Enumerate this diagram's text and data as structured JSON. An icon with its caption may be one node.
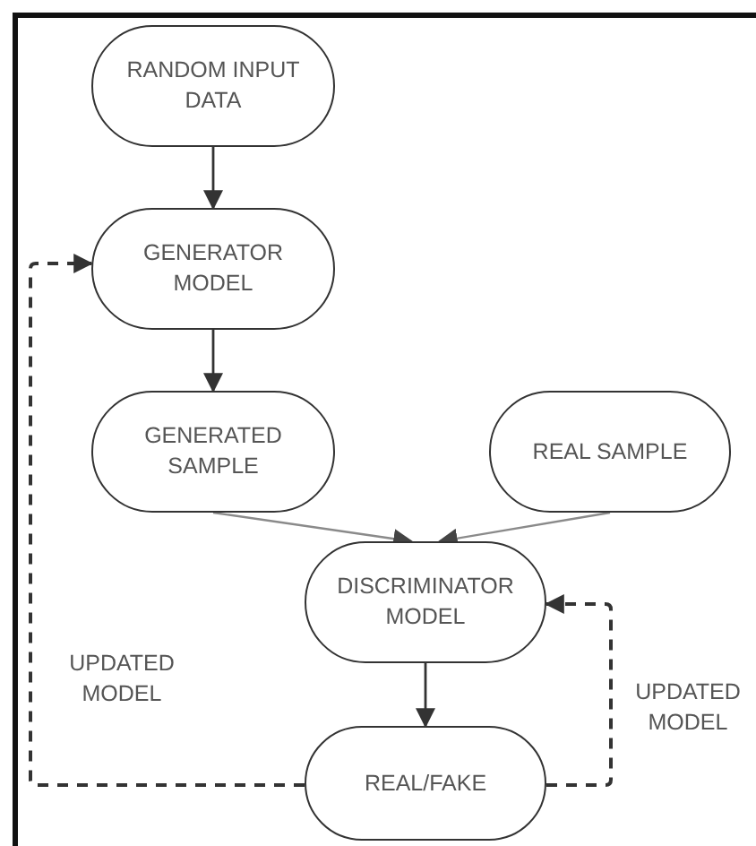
{
  "diagram": {
    "nodes": [
      {
        "text": [
          "RANDOM INPUT DATA"
        ]
      },
      {
        "text": [
          "GENERATOR MODEL"
        ]
      },
      {
        "text": [
          "GENERATED SAMPLE"
        ]
      },
      {
        "text": [
          "REAL SAMPLE"
        ]
      },
      {
        "text": [
          "DISCRIMINATOR MODEL"
        ]
      },
      {
        "text": [
          "REAL/FAKE"
        ]
      }
    ],
    "edges": [
      {
        "from": 0,
        "to": 1,
        "arrow": "to"
      },
      {
        "from": 1,
        "to": 2,
        "arrow": "to"
      },
      {
        "from": 2,
        "to": 4,
        "arrow": "to",
        "color": "#8a8a8a"
      },
      {
        "from": 3,
        "to": 4,
        "arrow": "to",
        "color": "#8a8a8a"
      },
      {
        "from": 4,
        "to": 5,
        "arrow": "to"
      },
      {
        "from": 5,
        "to": 1,
        "arrow": "to",
        "style": "dashed",
        "label": "UPDATED MODEL"
      },
      {
        "from": 5,
        "to": 4,
        "arrow": "to",
        "style": "dashed",
        "label": "UPDATED MODEL"
      }
    ]
  }
}
